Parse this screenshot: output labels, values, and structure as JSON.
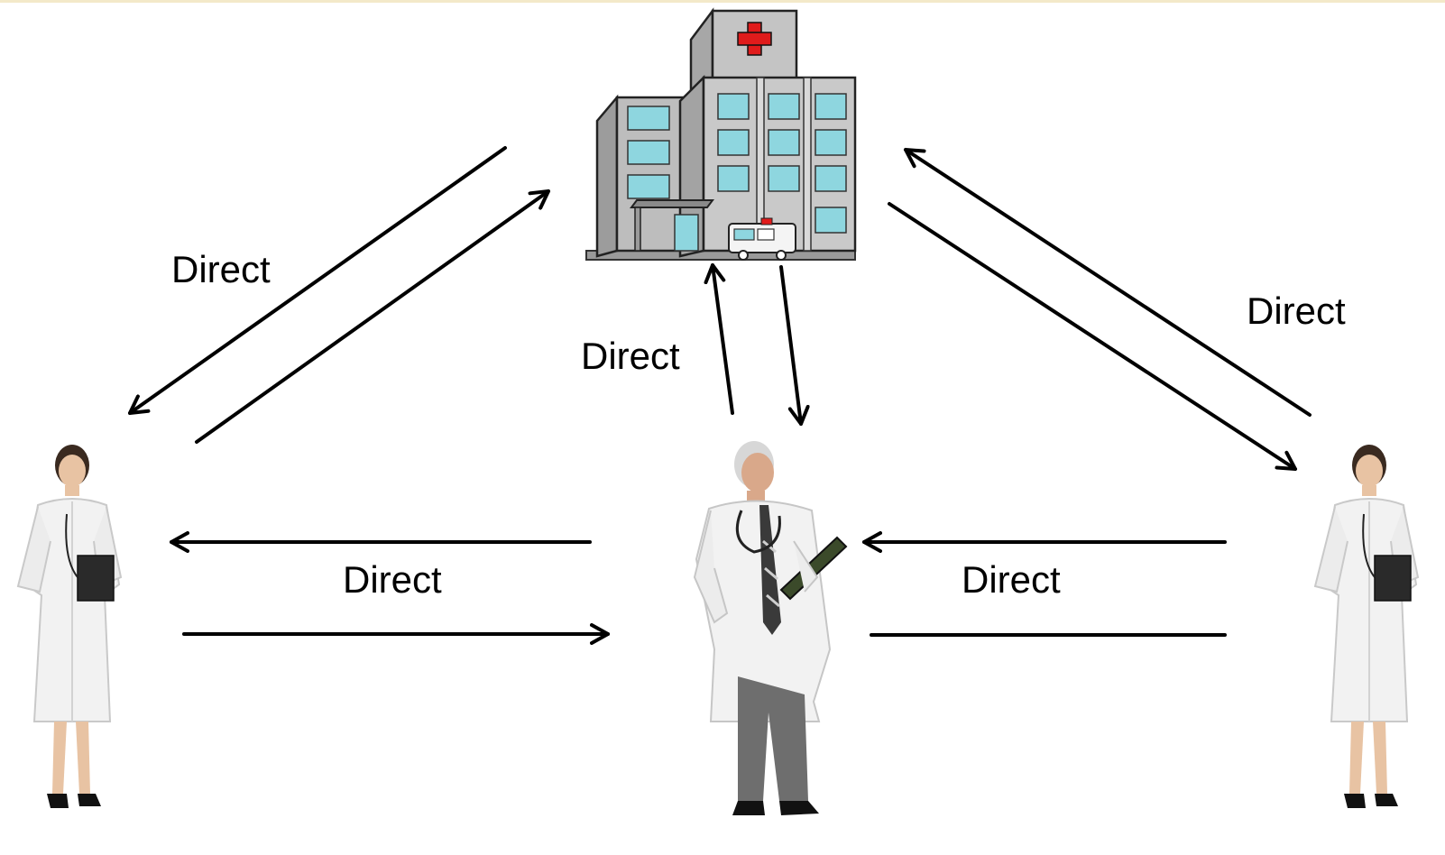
{
  "diagram": {
    "nodes": {
      "hospital": {
        "icon": "hospital-building-icon"
      },
      "left_person": {
        "icon": "female-doctor-icon"
      },
      "center_person": {
        "icon": "male-doctor-icon"
      },
      "right_person": {
        "icon": "female-doctor-icon"
      }
    },
    "labels": {
      "hospital_left": "Direct",
      "hospital_center": "Direct",
      "hospital_right": "Direct",
      "left_center": "Direct",
      "center_right": "Direct"
    },
    "colors": {
      "arrow": "#000000",
      "building_wall": "#b9b9b9",
      "window": "#8ed6df",
      "cross": "#e01b1b"
    }
  }
}
